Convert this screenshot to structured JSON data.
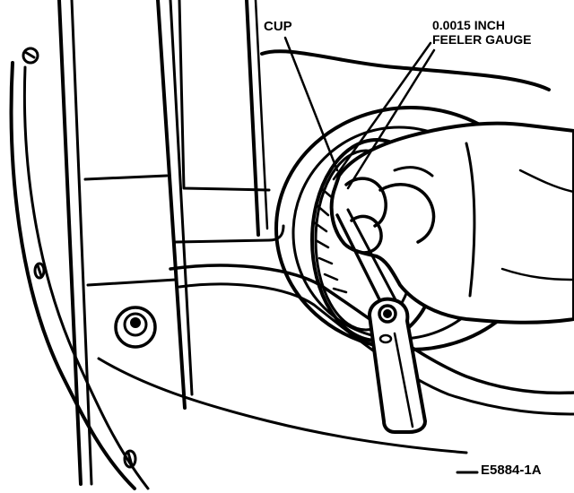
{
  "labels": {
    "cup": "CUP",
    "gauge_line1": "0.0015 INCH",
    "gauge_line2": "FEELER GAUGE",
    "figure_code": "E5884-1A"
  },
  "colors": {
    "ink": "#000000",
    "paper": "#ffffff"
  }
}
